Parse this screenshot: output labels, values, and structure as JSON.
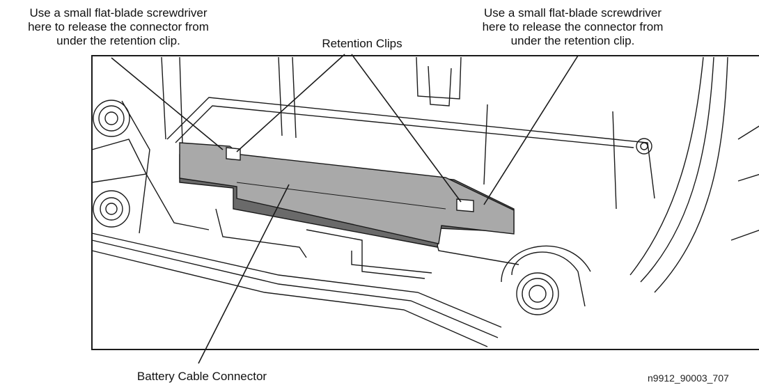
{
  "callouts": {
    "left": {
      "lines": [
        "Use a small flat-blade screwdriver",
        "here to release the connector from",
        "under the retention clip."
      ]
    },
    "right": {
      "lines": [
        "Use a small flat-blade screwdriver",
        "here to release the connector from",
        "under the retention clip."
      ]
    },
    "clips": "Retention Clips",
    "connector": "Battery Cable Connector"
  },
  "figure_id": "n9912_90003_707",
  "colors": {
    "line": "#1a1a1a",
    "connector_light": "#a9a9a9",
    "connector_dark": "#6a6a6a",
    "clip_fill": "#ffffff"
  }
}
